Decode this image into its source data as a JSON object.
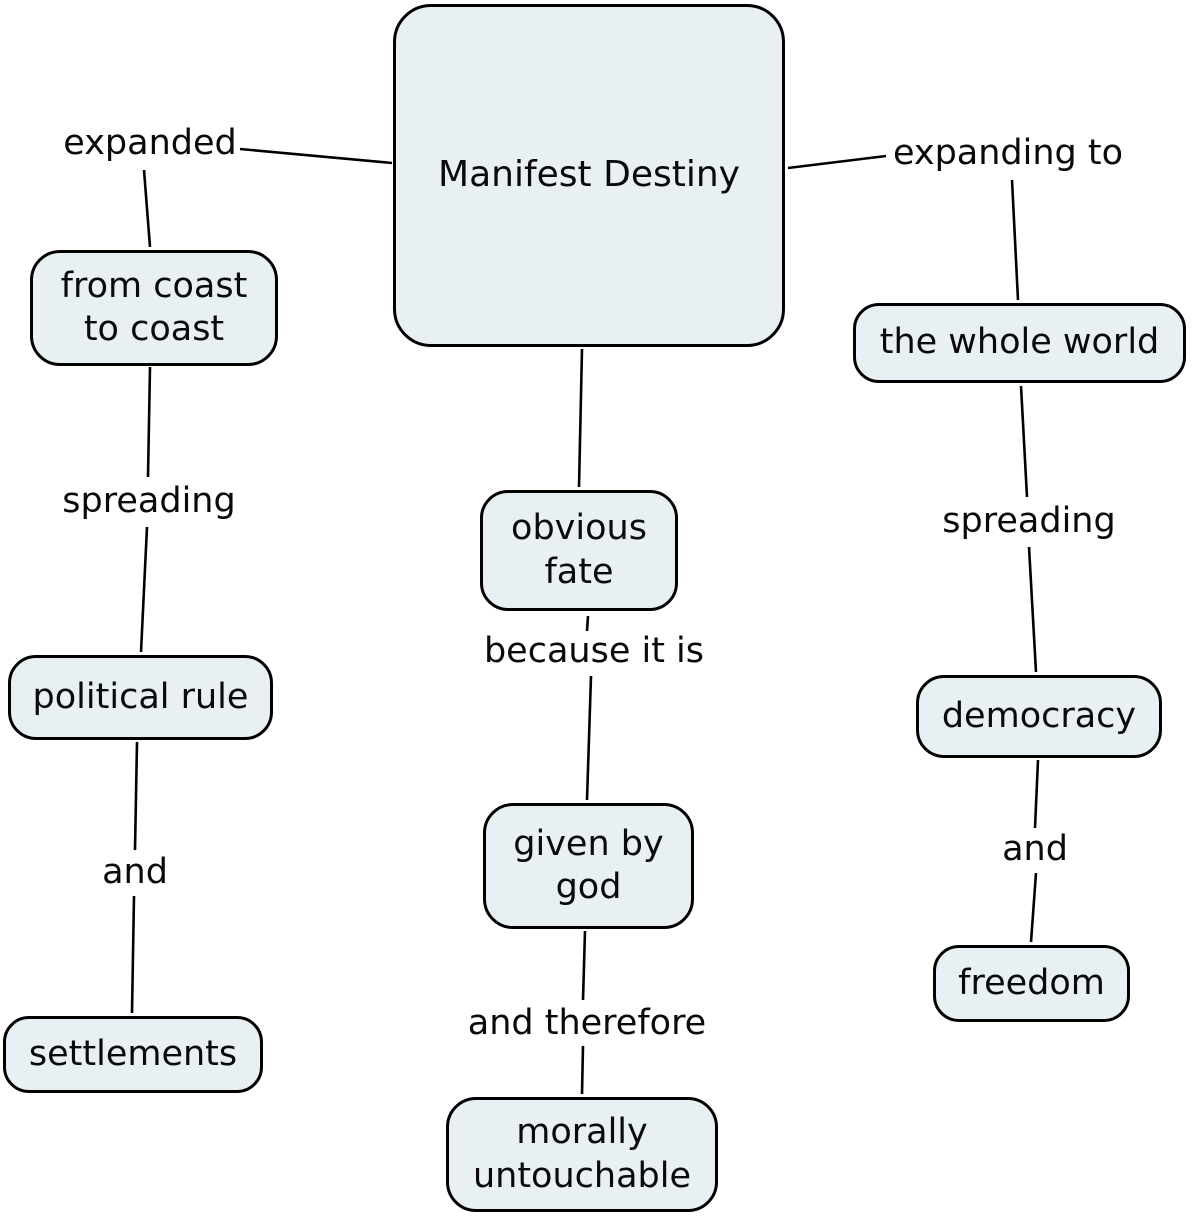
{
  "diagram_type": "concept-map",
  "nodes": {
    "manifest_destiny": "Manifest Destiny",
    "from_coast_to_coast": "from coast to coast",
    "political_rule": "political rule",
    "settlements": "settlements",
    "obvious_fate": "obvious fate",
    "given_by_god": "given by god",
    "morally_untouchable": "morally untouchable",
    "the_whole_world": "the whole world",
    "democracy": "democracy",
    "freedom": "freedom"
  },
  "link_labels": {
    "expanded": "expanded",
    "spreading_left": "spreading",
    "and_left": "and",
    "because_it_is": "because it is",
    "and_therefore": "and therefore",
    "expanding_to": "expanding to",
    "spreading_right": "spreading",
    "and_right": "and"
  },
  "edges": [
    {
      "from": "Manifest Destiny",
      "label": "expanded",
      "to": "from coast to coast"
    },
    {
      "from": "from coast to coast",
      "label": "spreading",
      "to": "political rule"
    },
    {
      "from": "political rule",
      "label": "and",
      "to": "settlements"
    },
    {
      "from": "Manifest Destiny",
      "label": "",
      "to": "obvious fate"
    },
    {
      "from": "obvious fate",
      "label": "because it is",
      "to": "given by god"
    },
    {
      "from": "given by god",
      "label": "and therefore",
      "to": "morally untouchable"
    },
    {
      "from": "Manifest Destiny",
      "label": "expanding to",
      "to": "the whole world"
    },
    {
      "from": "the whole world",
      "label": "spreading",
      "to": "democracy"
    },
    {
      "from": "democracy",
      "label": "and",
      "to": "freedom"
    }
  ],
  "colors": {
    "background": "#ffffff",
    "node_fill": "#e9f0f3",
    "node_border": "#000000",
    "connector": "#000000",
    "text": "#000000"
  }
}
